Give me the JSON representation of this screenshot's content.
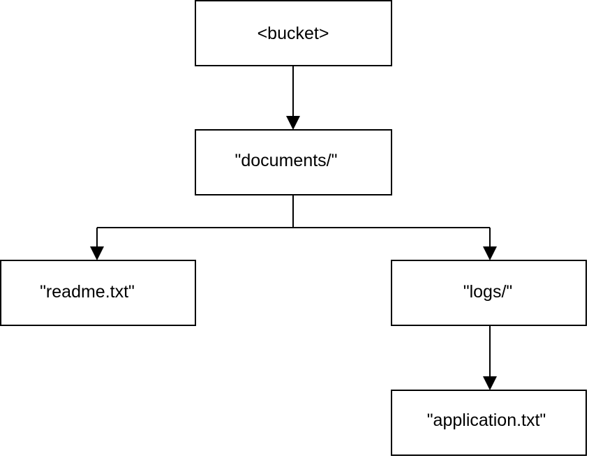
{
  "nodes": {
    "bucket": {
      "label": "<bucket>"
    },
    "documents": {
      "label": "\"documents/\""
    },
    "readme": {
      "label": "\"readme.txt\""
    },
    "logs": {
      "label": "\"logs/\""
    },
    "application": {
      "label": "\"application.txt\""
    }
  },
  "edges": [
    {
      "from": "bucket",
      "to": "documents"
    },
    {
      "from": "documents",
      "to": "readme"
    },
    {
      "from": "documents",
      "to": "logs"
    },
    {
      "from": "logs",
      "to": "application"
    }
  ],
  "colors": {
    "stroke": "#000000",
    "background": "#ffffff",
    "text": "#000000"
  }
}
